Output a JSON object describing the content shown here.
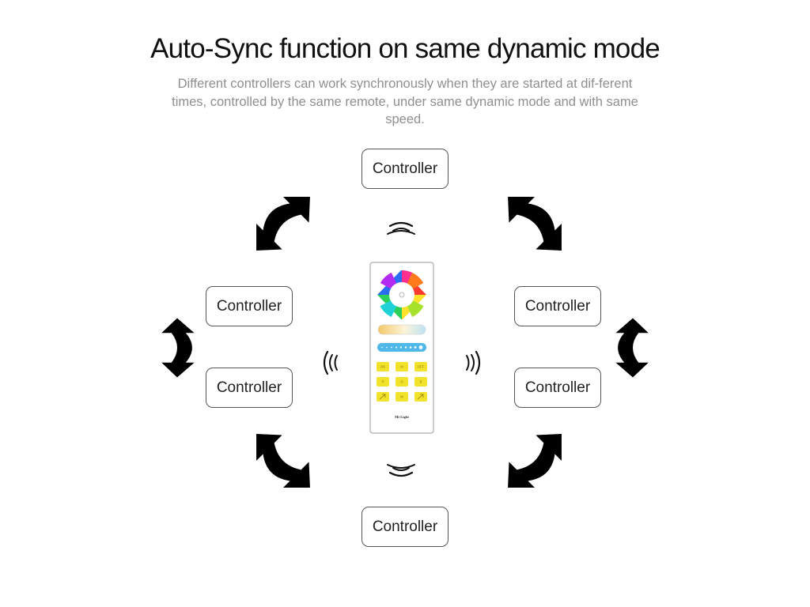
{
  "title": "Auto-Sync function on same dynamic mode",
  "subtitle": "Different controllers can work synchronously when they are started at dif-ferent times, controlled by the same remote, under same dynamic mode and with same speed.",
  "controllers": {
    "top": "Controller",
    "left_upper": "Controller",
    "left_lower": "Controller",
    "right_upper": "Controller",
    "right_lower": "Controller",
    "bottom": "Controller"
  },
  "remote": {
    "buttons": [
      "ON",
      "M",
      "OFF",
      "R",
      "G",
      "B",
      "",
      "W",
      ""
    ],
    "brand": "Mi-Light"
  },
  "colors": {
    "arrow": "#2aa3dc",
    "arrow_outline": "#1b78a6",
    "button": "#f2e22a",
    "brightness_bar": "#4fb8e8"
  },
  "icons": [
    "signal-waves-icon",
    "double-arrow-icon",
    "color-wheel-icon"
  ]
}
